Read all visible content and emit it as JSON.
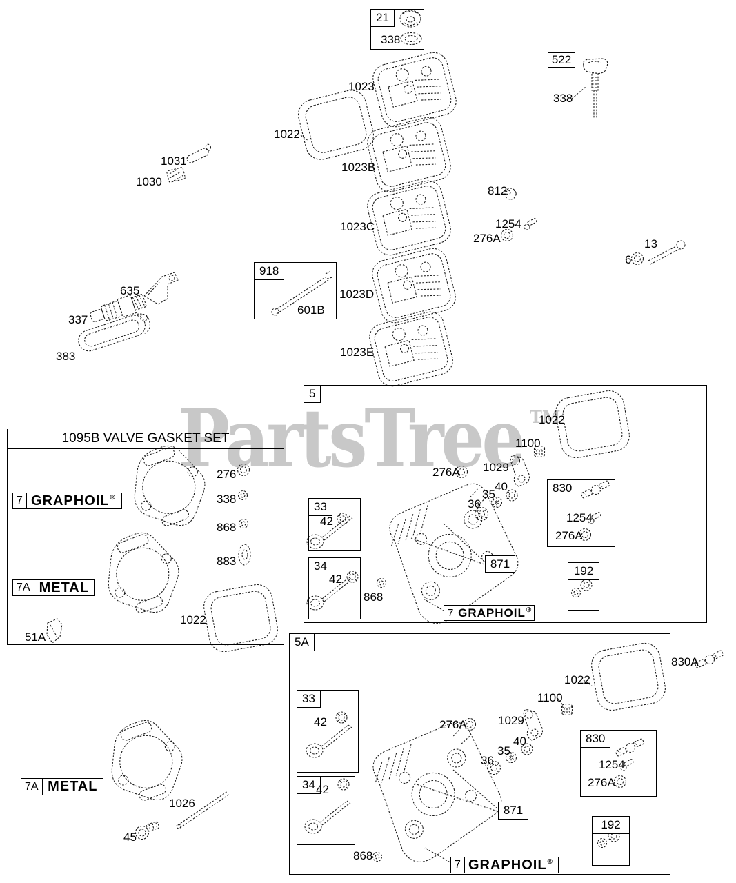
{
  "watermark": {
    "text": "PartsTree",
    "tm": "TM"
  },
  "top": {
    "box21": {
      "num": "21",
      "p338": "338"
    },
    "box522": {
      "num": "522",
      "p338": "338"
    },
    "box918": {
      "num": "918",
      "p601B": "601B"
    },
    "labels": {
      "p1023": "1023",
      "p1022": "1022",
      "p1023B": "1023B",
      "p1023C": "1023C",
      "p1023D": "1023D",
      "p1023E": "1023E",
      "p1031": "1031",
      "p1030": "1030",
      "p812": "812",
      "p1254": "1254",
      "p276A": "276A",
      "p13": "13",
      "p6": "6",
      "p635": "635",
      "p337": "337",
      "p383": "383"
    }
  },
  "gasket_set": {
    "title": "1095B VALVE GASKET SET",
    "graphoil": {
      "ref": "7",
      "name": "GRAPHOIL",
      "reg": "®"
    },
    "metal": {
      "ref": "7A",
      "name": "METAL"
    },
    "labels": {
      "p276": "276",
      "p338": "338",
      "p868": "868",
      "p883": "883",
      "p1022": "1022",
      "p51A": "51A"
    }
  },
  "box5": {
    "num": "5",
    "labels": {
      "p1022": "1022",
      "p1100": "1100",
      "p1029": "1029",
      "p276A": "276A",
      "p40": "40",
      "p35": "35",
      "p36": "36",
      "p868": "868",
      "p871": "871"
    },
    "box33": {
      "num": "33",
      "p42": "42"
    },
    "box34": {
      "num": "34",
      "p42": "42"
    },
    "box830": {
      "num": "830",
      "p1254": "1254",
      "p276A": "276A"
    },
    "box192": {
      "num": "192"
    },
    "graphoil": {
      "ref": "7",
      "name": "GRAPHOIL",
      "reg": "®"
    }
  },
  "box5a": {
    "num": "5A",
    "labels": {
      "p1022": "1022",
      "p830A": "830A",
      "p1100": "1100",
      "p1029": "1029",
      "p276A": "276A",
      "p40": "40",
      "p35": "35",
      "p36": "36",
      "p868": "868",
      "p871": "871"
    },
    "box33": {
      "num": "33",
      "p42": "42"
    },
    "box34": {
      "num": "34",
      "p42": "42"
    },
    "box830": {
      "num": "830",
      "p1254": "1254",
      "p276A": "276A"
    },
    "box192": {
      "num": "192"
    },
    "graphoil": {
      "ref": "7",
      "name": "GRAPHOIL",
      "reg": "®"
    }
  },
  "bottom_left": {
    "metal": {
      "ref": "7A",
      "name": "METAL"
    },
    "labels": {
      "p1026": "1026",
      "p45": "45"
    }
  }
}
